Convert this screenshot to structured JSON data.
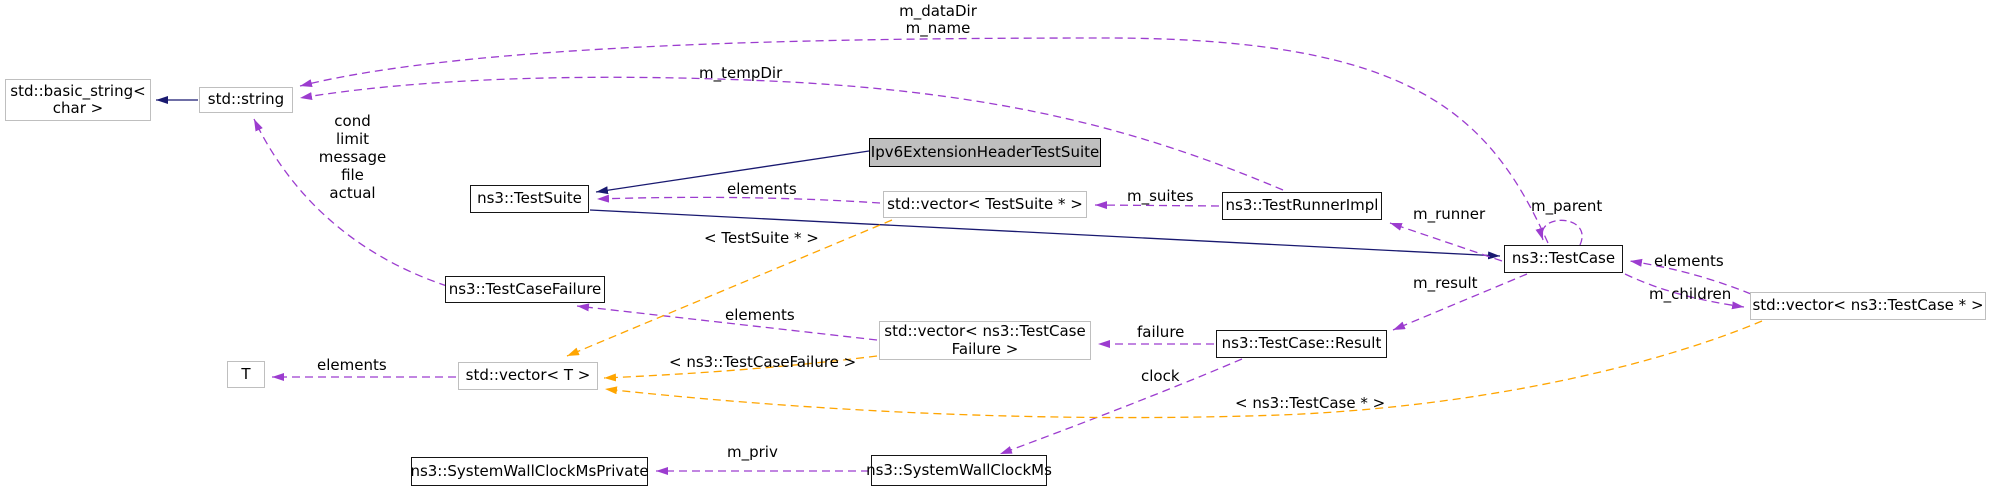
{
  "diagram": {
    "kind": "doxygen-collaboration-graph",
    "colors": {
      "inheritance_arrow": "#191970",
      "usage_arrow": "#9c3ccf",
      "template_arrow": "#ffa500",
      "highlight_node_fill": "#bfbfbf",
      "node_border_std": "#bfbfbf",
      "node_border_ns3": "#151515",
      "background": "#ffffff"
    }
  },
  "nodes": {
    "basic_string": {
      "label": "std::basic_string<\nchar >"
    },
    "std_string": {
      "label": "std::string"
    },
    "test_suite": {
      "label": "ns3::TestSuite"
    },
    "ipv6_suite": {
      "label": "Ipv6ExtensionHeaderTestSuite"
    },
    "vec_test_suite": {
      "label": "std::vector< TestSuite * >"
    },
    "test_runner_impl": {
      "label": "ns3::TestRunnerImpl"
    },
    "test_case": {
      "label": "ns3::TestCase"
    },
    "vec_test_case": {
      "label": "std::vector< ns3::TestCase * >"
    },
    "test_case_failure": {
      "label": "ns3::TestCaseFailure"
    },
    "vec_test_case_failure": {
      "label": "std::vector< ns3::TestCase\nFailure >"
    },
    "result": {
      "label": "ns3::TestCase::Result"
    },
    "t": {
      "label": "T"
    },
    "vec_t": {
      "label": "std::vector< T >"
    },
    "wall_clock_private": {
      "label": "ns3::SystemWallClockMsPrivate"
    },
    "wall_clock": {
      "label": "ns3::SystemWallClockMs"
    }
  },
  "edge_labels": {
    "m_datadir_m_name": "m_dataDir\nm_name",
    "m_tempdir": "m_tempDir",
    "cond_stack": "cond\nlimit\nmessage\nfile\nactual",
    "elements_suite": "elements",
    "m_suites": "m_suites",
    "m_runner": "m_runner",
    "m_parent": "m_parent",
    "elements_case": "elements",
    "m_children": "m_children",
    "m_result": "m_result",
    "failure": "failure",
    "clock": "clock",
    "elements_failure": "elements",
    "elements_t": "elements",
    "m_priv": "m_priv",
    "tpl_suite": "< TestSuite * >",
    "tpl_failure": "< ns3::TestCaseFailure >",
    "tpl_case": "< ns3::TestCase * >"
  },
  "edges": [
    {
      "from": "std_string",
      "to": "basic_string",
      "type": "inheritance"
    },
    {
      "from": "ipv6_suite",
      "to": "test_suite",
      "type": "inheritance"
    },
    {
      "from": "test_suite",
      "to": "test_case",
      "type": "inheritance"
    },
    {
      "from": "test_case",
      "to": "std_string",
      "type": "usage",
      "label": "m_dataDir\nm_name"
    },
    {
      "from": "test_runner_impl",
      "to": "std_string",
      "type": "usage",
      "label": "m_tempDir"
    },
    {
      "from": "test_case_failure",
      "to": "std_string",
      "type": "usage",
      "label": "cond limit message file actual"
    },
    {
      "from": "vec_test_suite",
      "to": "test_suite",
      "type": "usage",
      "label": "elements"
    },
    {
      "from": "test_runner_impl",
      "to": "vec_test_suite",
      "type": "usage",
      "label": "m_suites"
    },
    {
      "from": "test_case",
      "to": "test_runner_impl",
      "type": "usage",
      "label": "m_runner"
    },
    {
      "from": "test_case",
      "to": "test_case",
      "type": "usage",
      "label": "m_parent"
    },
    {
      "from": "vec_test_case",
      "to": "test_case",
      "type": "usage",
      "label": "elements"
    },
    {
      "from": "test_case",
      "to": "vec_test_case",
      "type": "usage",
      "label": "m_children"
    },
    {
      "from": "test_case",
      "to": "result",
      "type": "usage",
      "label": "m_result"
    },
    {
      "from": "result",
      "to": "vec_test_case_failure",
      "type": "usage",
      "label": "failure"
    },
    {
      "from": "vec_test_case_failure",
      "to": "test_case_failure",
      "type": "usage",
      "label": "elements"
    },
    {
      "from": "result",
      "to": "wall_clock",
      "type": "usage",
      "label": "clock"
    },
    {
      "from": "wall_clock",
      "to": "wall_clock_private",
      "type": "usage",
      "label": "m_priv"
    },
    {
      "from": "vec_t",
      "to": "t",
      "type": "usage",
      "label": "elements"
    },
    {
      "from": "vec_test_suite",
      "to": "vec_t",
      "type": "template-instance",
      "label": "< TestSuite * >"
    },
    {
      "from": "vec_test_case_failure",
      "to": "vec_t",
      "type": "template-instance",
      "label": "< ns3::TestCaseFailure >"
    },
    {
      "from": "vec_test_case",
      "to": "vec_t",
      "type": "template-instance",
      "label": "< ns3::TestCase * >"
    }
  ]
}
